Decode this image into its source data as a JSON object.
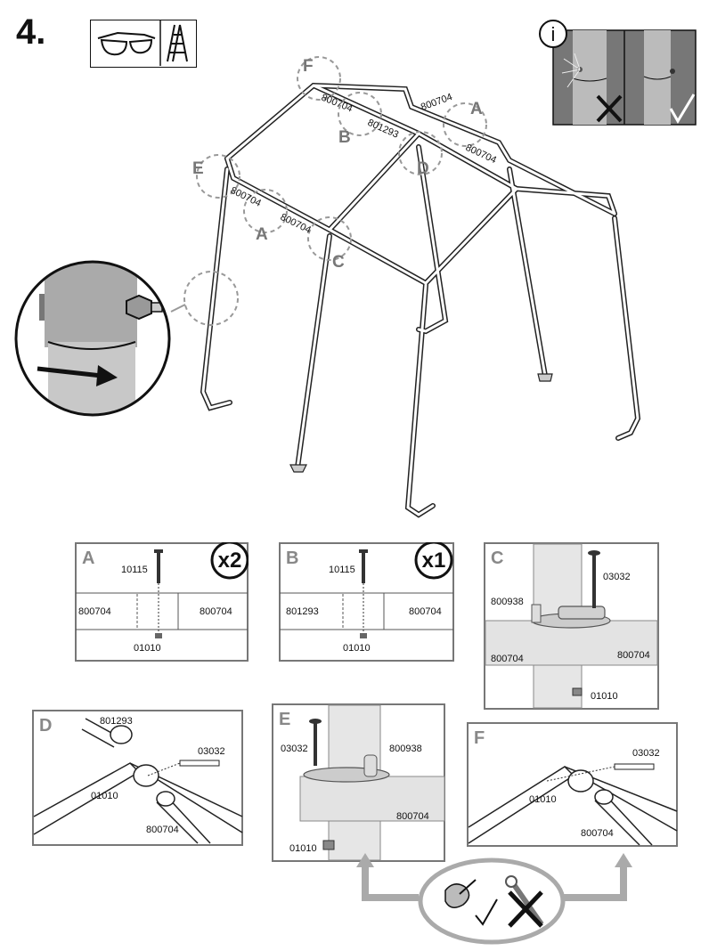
{
  "step_number": "4.",
  "info_panel": {
    "info_symbol": "i"
  },
  "frame_callouts": {
    "F": "F",
    "B": "B",
    "A_top": "A",
    "D": "D",
    "E": "E",
    "A_left": "A",
    "C": "C",
    "part_800704_a": "800704",
    "part_801293": "801293",
    "part_800704_b": "800704",
    "part_800704_c": "800704",
    "part_800704_d": "800704",
    "part_800704_e": "800704"
  },
  "panels": {
    "A": {
      "letter": "A",
      "multiplier": "x2",
      "bolt": "10115",
      "left_part": "800704",
      "right_part": "800704",
      "nut": "01010"
    },
    "B": {
      "letter": "B",
      "multiplier": "x1",
      "bolt": "10115",
      "left_part": "801293",
      "right_part": "800704",
      "nut": "01010"
    },
    "C": {
      "letter": "C",
      "bolt": "03032",
      "bracket": "800938",
      "left_part": "800704",
      "right_part": "800704",
      "nut": "01010"
    },
    "D": {
      "letter": "D",
      "top_part": "801293",
      "bolt": "03032",
      "nut": "01010",
      "bottom_part": "800704"
    },
    "E": {
      "letter": "E",
      "bolt": "03032",
      "bracket": "800938",
      "part": "800704",
      "nut": "01010"
    },
    "F": {
      "letter": "F",
      "bolt": "03032",
      "nut": "01010",
      "part": "800704"
    }
  }
}
